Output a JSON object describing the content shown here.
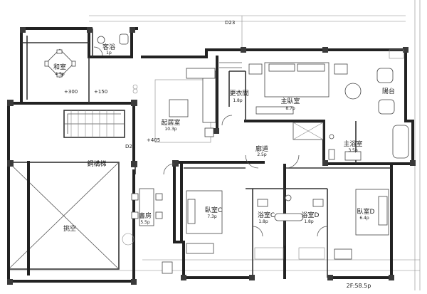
{
  "plan": {
    "title_tag": "D23",
    "corridor_tag": "D20",
    "floor_total": "2F:58.5p",
    "levels": {
      "plus300": "+300",
      "plus150": "+150",
      "plus405": "+405"
    },
    "rooms": {
      "washitsu": {
        "name": "和室",
        "area": "4.5p"
      },
      "guest_bath": {
        "name": "客浴",
        "area": "1p"
      },
      "living": {
        "name": "起居室",
        "area": "10.3p"
      },
      "closet": {
        "name": "更衣間",
        "area": "1.8p"
      },
      "master_bed": {
        "name": "主臥室",
        "area": "8.7p"
      },
      "balcony": {
        "name": "陽台"
      },
      "master_bath": {
        "name": "主浴室",
        "area": "3.5p"
      },
      "corridor": {
        "name": "廊道",
        "area": "2.5p"
      },
      "stair": {
        "name": "鋼構梯"
      },
      "study": {
        "name": "書房",
        "area": "5.5p"
      },
      "bed_c": {
        "name": "臥室C",
        "area": "7.3p"
      },
      "bath_c": {
        "name": "浴室C",
        "area": "1.8p"
      },
      "bath_d": {
        "name": "浴室D",
        "area": "1.8p"
      },
      "bed_d": {
        "name": "臥室D",
        "area": "6.4p"
      },
      "void": {
        "name": "挑空"
      }
    }
  }
}
